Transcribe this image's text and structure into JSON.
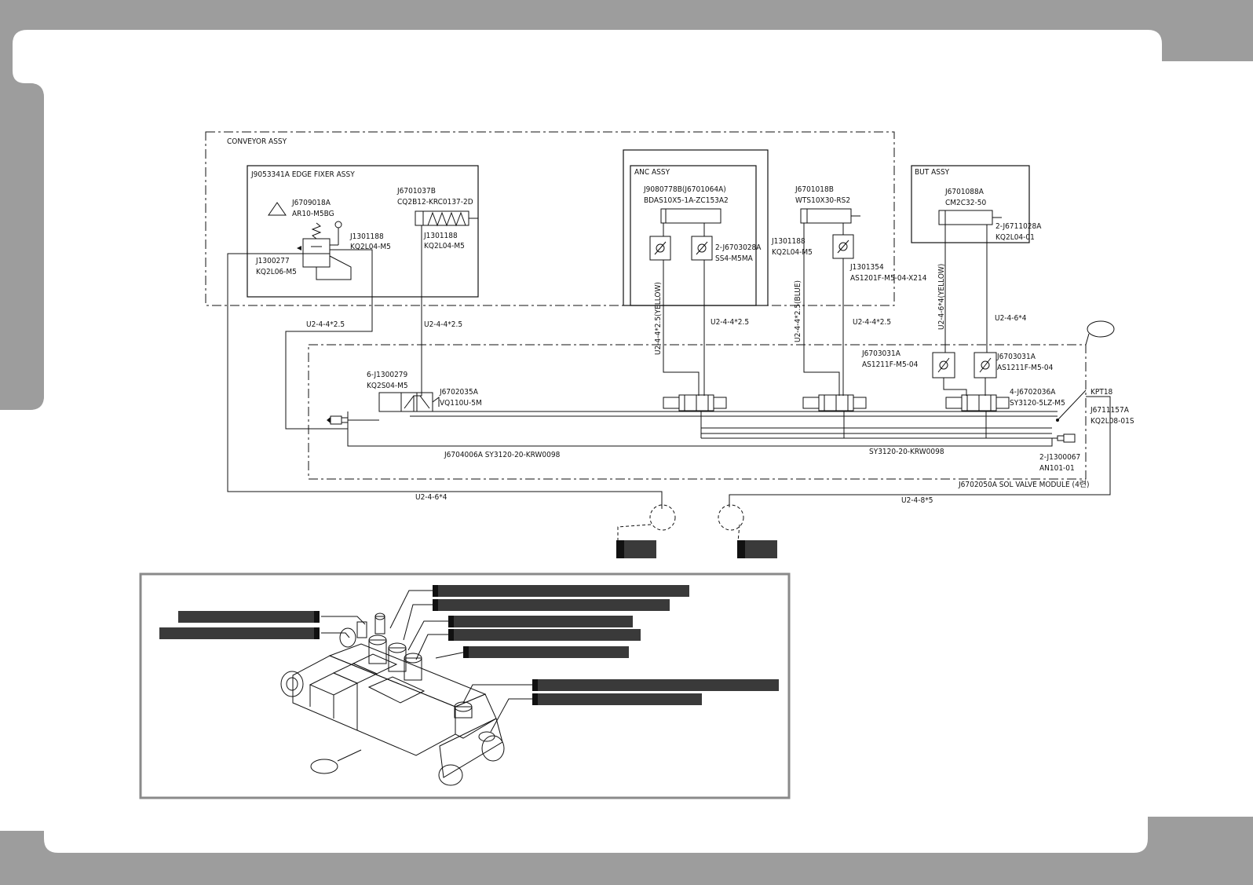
{
  "colors": {
    "frame": "#9d9d9d",
    "paper": "#ffffff",
    "ink": "#111111",
    "callout": "#3a3a3a",
    "panel_border": "#8a8a8a"
  },
  "labels": {
    "conveyor": "CONVEYOR ASSY",
    "edge_fixer": "J9053341A EDGE FIXER ASSY",
    "regulator_pn": "J6709018A",
    "regulator_model": "AR10-M5BG",
    "fitting_j1301188_a": "J1301188",
    "fitting_kq2l04_a": "KQ2L04-M5",
    "fitting_j1300277": "J1300277",
    "fitting_kq2l06": "KQ2L06-M5",
    "cyl1_pn": "J6701037B",
    "cyl1_model": "CQ2B12-KRC0137-2D",
    "fitting_j1301188_b": "J1301188",
    "fitting_kq2l04_b": "KQ2L04-M5",
    "anc": "ANC ASSY",
    "anc_cyl_pn": "J9080778B(J6701064A)",
    "anc_cyl_model": "BDAS10X5-1A-ZC153A2",
    "anc_speed_pn": "2-J6703028A",
    "anc_speed_model": "SS4-M5MA",
    "wts_pn": "J6701018B",
    "wts_model": "WTS10X30-RS2",
    "fitting_j1301188_c": "J1301188",
    "fitting_kq2l04_c": "KQ2L04-M5",
    "as_j1301354": "J1301354",
    "as_model_x214": "AS1201F-M5-04-X214",
    "but": "BUT ASSY",
    "but_cyl_pn": "J6701088A",
    "but_cyl_model": "CM2C32-50",
    "but_fit_pn": "2-J6711028A",
    "but_fit_model": "KQ2L04-01",
    "tube_1": "U2-4-4*2.5",
    "tube_2": "U2-4-4*2.5",
    "tube_yellow_1": "U2-4-4*2.5(YELLOW)",
    "tube_3": "U2-4-4*2.5",
    "tube_blue": "U2-4-4*2.5(BLUE)",
    "tube_4": "U2-4-4*2.5",
    "tube_yellow_2": "U2-4-6*4(YELLOW)",
    "tube_5": "U2-4-6*4",
    "as_pn_1": "J6703031A",
    "as_model_1": "AS1211F-M5-04",
    "as_pn_2": "J6703031A",
    "as_model_2": "AS1211F-M5-04",
    "kq2s_pn": "6-J1300279",
    "kq2s_model": "KQ2S04-M5",
    "vq_pn": "J6702035A",
    "vq_model": "VQ110U-5M",
    "sy_pn": "4-J6702036A",
    "sy_model": "SY3120-5LZ-M5",
    "kpt": "KPT18",
    "kq2l08_pn": "J6711157A",
    "kq2l08_model": "KQ2L08-01S",
    "manifold_1": "J6704006A SY3120-20-KRW0098",
    "manifold_2": "SY3120-20-KRW0098",
    "silencer_pn": "2-J1300067",
    "silencer_model": "AN101-01",
    "module": "J6702050A SOL VALVE MODULE (4련)",
    "tube_6": "U2-4-6*4",
    "tube_7": "U2-4-8*5"
  }
}
